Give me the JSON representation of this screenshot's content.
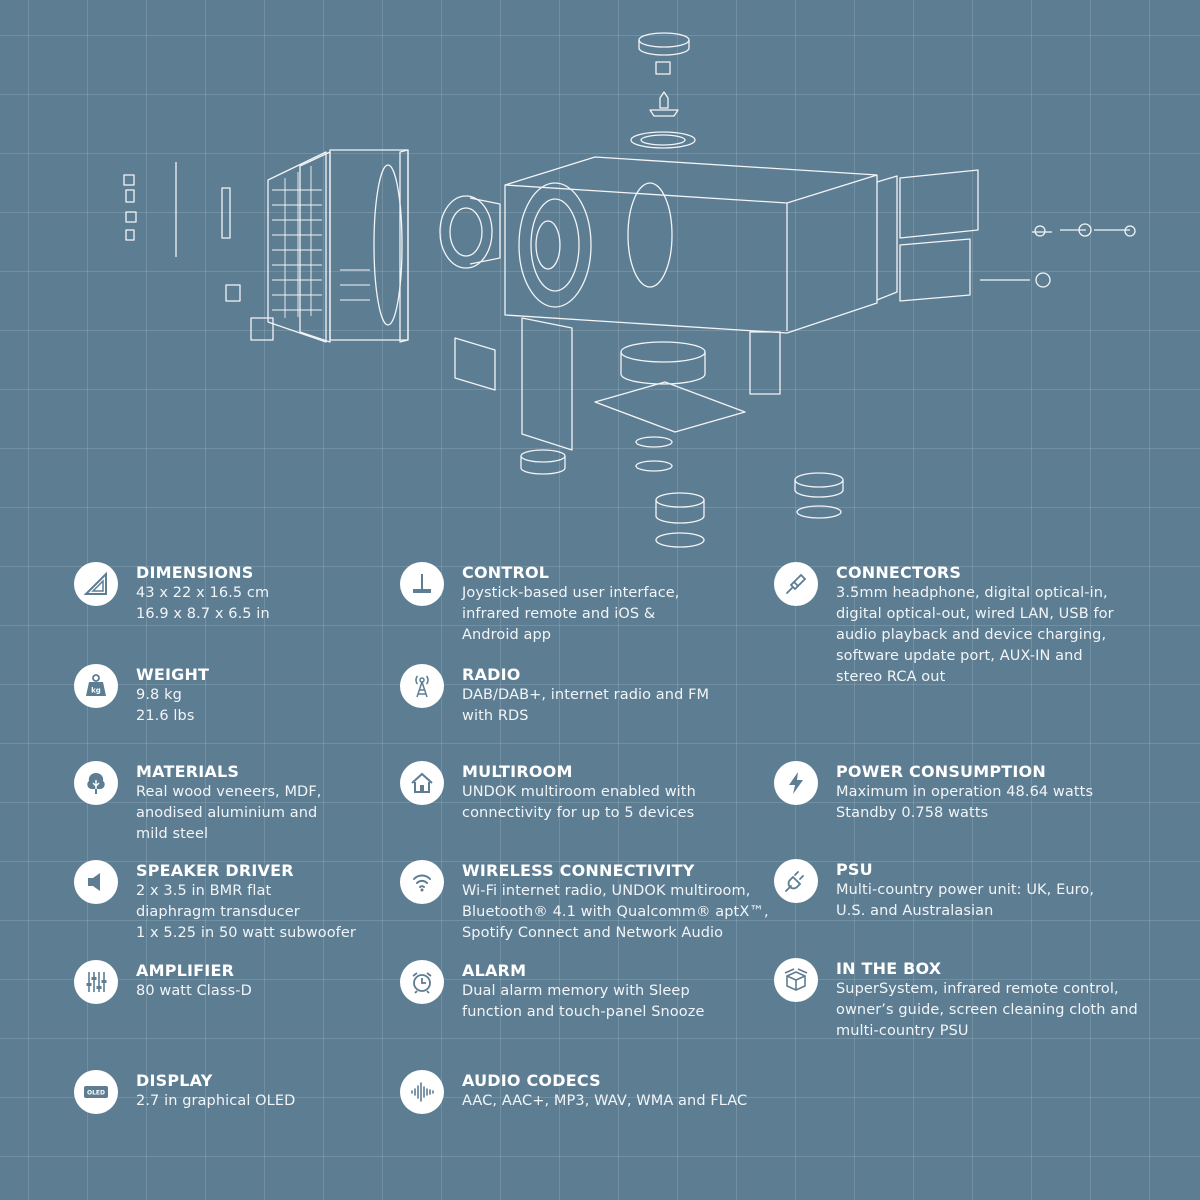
{
  "specs": [
    {
      "id": "dimensions",
      "title": "DIMENSIONS",
      "lines": [
        "43 x 22 x 16.5 cm",
        "16.9 x 8.7 x 6.5 in"
      ],
      "icon": "set-square-icon"
    },
    {
      "id": "control",
      "title": "CONTROL",
      "lines": [
        "Joystick-based user interface,",
        "infrared remote and iOS &",
        "Android app"
      ],
      "icon": "joystick-icon"
    },
    {
      "id": "connectors",
      "title": "CONNECTORS",
      "lines": [
        "3.5mm headphone, digital optical-in,",
        "digital optical-out, wired LAN, USB for",
        "audio playback and device charging,",
        "software update port, AUX-IN and",
        "stereo RCA out"
      ],
      "icon": "audio-jack-icon"
    },
    {
      "id": "weight",
      "title": "WEIGHT",
      "lines": [
        "9.8 kg",
        "21.6 lbs"
      ],
      "icon": "weight-icon",
      "icon_text": "kg"
    },
    {
      "id": "radio",
      "title": "RADIO",
      "lines": [
        "DAB/DAB+, internet radio and FM",
        "with RDS"
      ],
      "icon": "radio-tower-icon"
    },
    {
      "id": "materials",
      "title": "MATERIALS",
      "lines": [
        "Real wood veneers, MDF,",
        "anodised aluminium and",
        "mild steel"
      ],
      "icon": "tree-icon"
    },
    {
      "id": "multiroom",
      "title": "MULTIROOM",
      "lines": [
        "UNDOK multiroom enabled with",
        "connectivity for up to 5 devices"
      ],
      "icon": "house-icon"
    },
    {
      "id": "power",
      "title": "POWER CONSUMPTION",
      "lines": [
        "Maximum in operation 48.64 watts",
        "Standby 0.758 watts"
      ],
      "icon": "lightning-icon"
    },
    {
      "id": "speaker",
      "title": "SPEAKER DRIVER",
      "lines": [
        "2 x 3.5 in BMR flat",
        "diaphragm transducer",
        "1 x 5.25 in 50 watt subwoofer"
      ],
      "icon": "speaker-icon"
    },
    {
      "id": "wireless",
      "title": "WIRELESS CONNECTIVITY",
      "lines": [
        "Wi-Fi internet radio, UNDOK multiroom,",
        "Bluetooth® 4.1 with Qualcomm® aptX™,",
        "Spotify Connect and Network Audio"
      ],
      "icon": "wifi-icon"
    },
    {
      "id": "psu",
      "title": "PSU",
      "lines": [
        "Multi-country power unit: UK, Euro,",
        "U.S. and Australasian"
      ],
      "icon": "power-plug-icon"
    },
    {
      "id": "amplifier",
      "title": "AMPLIFIER",
      "lines": [
        "80 watt Class-D"
      ],
      "icon": "equalizer-icon"
    },
    {
      "id": "alarm",
      "title": "ALARM",
      "lines": [
        "Dual alarm memory with Sleep",
        "function and touch-panel Snooze"
      ],
      "icon": "alarm-clock-icon"
    },
    {
      "id": "inthebox",
      "title": "IN THE BOX",
      "lines": [
        "SuperSystem, infrared remote control,",
        "owner’s guide, screen cleaning cloth and",
        "multi-country PSU"
      ],
      "icon": "box-icon"
    },
    {
      "id": "display",
      "title": "DISPLAY",
      "lines": [
        "2.7 in graphical OLED"
      ],
      "icon": "oled-icon",
      "icon_text": "OLED"
    },
    {
      "id": "codecs",
      "title": "AUDIO CODECS",
      "lines": [
        "AAC, AAC+, MP3, WAV, WMA and FLAC"
      ],
      "icon": "waveform-icon"
    }
  ],
  "colors": {
    "background": "#5d7d93",
    "line": "#ffffff",
    "icon_glyph": "#5d7d93"
  }
}
